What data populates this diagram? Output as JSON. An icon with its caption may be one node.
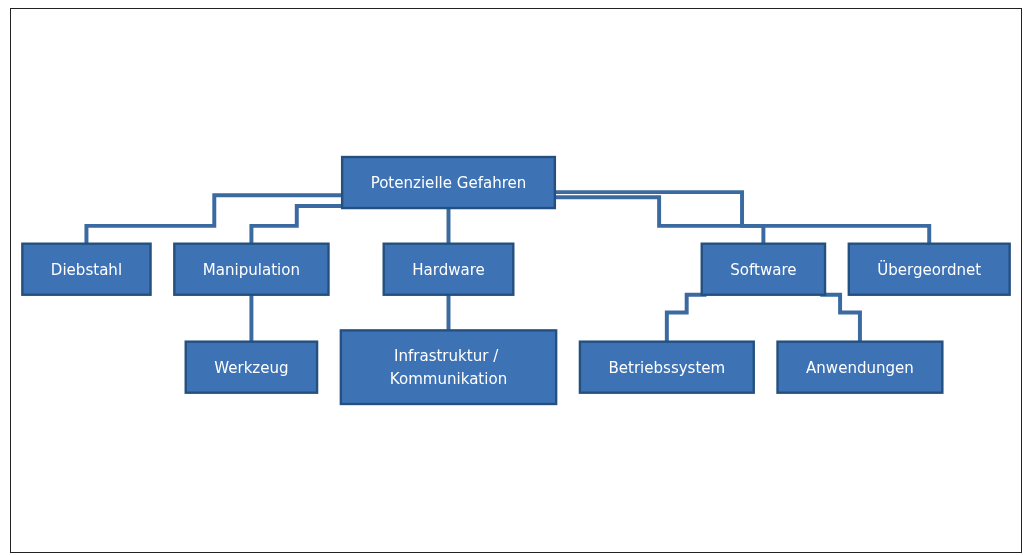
{
  "diagram": {
    "nodes": [
      {
        "text": [
          "Potenzielle Gefahren"
        ]
      },
      {
        "text": [
          "Diebstahl"
        ]
      },
      {
        "text": [
          "Manipulation"
        ]
      },
      {
        "text": [
          "Hardware"
        ]
      },
      {
        "text": [
          "Software"
        ]
      },
      {
        "text": [
          "Übergeordnet"
        ]
      },
      {
        "text": [
          "Werkzeug"
        ]
      },
      {
        "text": [
          "Infrastruktur / Kommunikation"
        ]
      },
      {
        "text": [
          "Betriebssystem"
        ]
      },
      {
        "text": [
          "Anwendungen"
        ]
      }
    ],
    "edges": [
      {
        "from": 0,
        "to": 1,
        "arrow": "none"
      },
      {
        "from": 0,
        "to": 2,
        "arrow": "none"
      },
      {
        "from": 0,
        "to": 3,
        "arrow": "none"
      },
      {
        "from": 0,
        "to": 4,
        "arrow": "none"
      },
      {
        "from": 0,
        "to": 5,
        "arrow": "none"
      },
      {
        "from": 2,
        "to": 6,
        "arrow": "none"
      },
      {
        "from": 3,
        "to": 7,
        "arrow": "none"
      },
      {
        "from": 4,
        "to": 8,
        "arrow": "none"
      },
      {
        "from": 4,
        "to": 9,
        "arrow": "none"
      }
    ]
  }
}
